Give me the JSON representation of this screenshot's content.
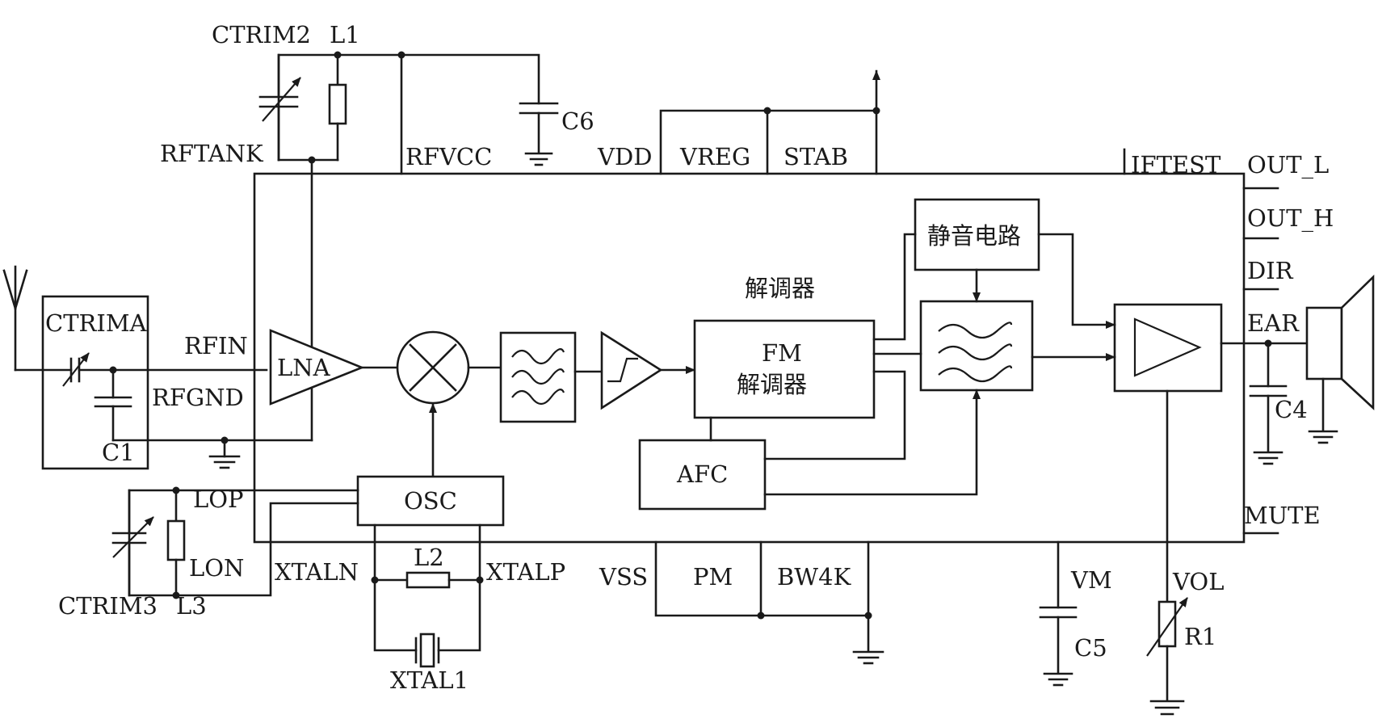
{
  "labels": {
    "ctrim2": "CTRIM2",
    "l1": "L1",
    "c6": "C6",
    "rftank": "RFTANK",
    "rfvcc": "RFVCC",
    "vdd": "VDD",
    "vreg": "VREG",
    "stab": "STAB",
    "iftest": "IFTEST",
    "out_l": "OUT_L",
    "out_h": "OUT_H",
    "dir": "DIR",
    "ear": "EAR",
    "c4": "C4",
    "mute": "MUTE",
    "ctrima": "CTRIMA",
    "rfin": "RFIN",
    "rfgnd": "RFGND",
    "c1": "C1",
    "lna": "LNA",
    "mute_circuit": "静音电路",
    "demod_title": "解调器",
    "fm": "FM",
    "fm_sub": "解调器",
    "afc": "AFC",
    "osc": "OSC",
    "lop": "LOP",
    "lon": "LON",
    "ctrim3": "CTRIM3",
    "l3": "L3",
    "xtaln": "XTALN",
    "l2": "L2",
    "xtalp": "XTALP",
    "xtal1": "XTAL1",
    "vss": "VSS",
    "pm": "PM",
    "bw4k": "BW4K",
    "vm": "VM",
    "c5": "C5",
    "vol": "VOL",
    "r1": "R1"
  }
}
